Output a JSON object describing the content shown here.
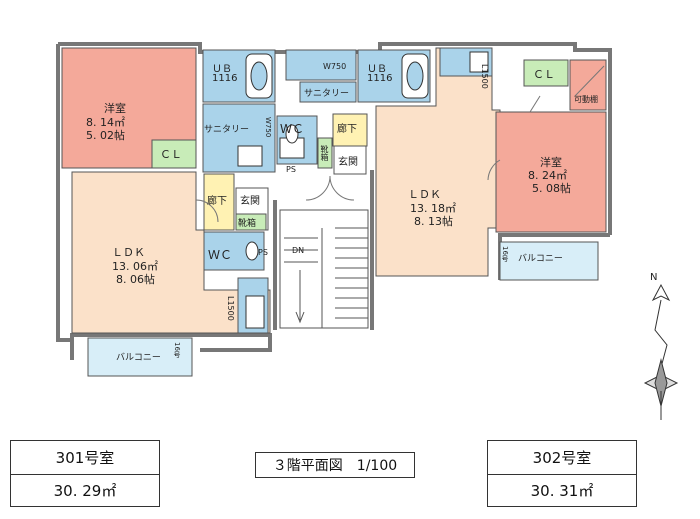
{
  "plan": {
    "title": "３階平面図　1/100",
    "north": "N"
  },
  "unit301": {
    "name": "301号室",
    "area": "30. 29㎡",
    "rooms": {
      "western_name": "洋室",
      "western_m2": "8. 14㎡",
      "western_jo": "5. 02帖",
      "cl": "ＣＬ",
      "ldk_name": "ＬＤＫ",
      "ldk_m2": "13. 06㎡",
      "ldk_jo": "8. 06帖",
      "ub": "ＵＢ",
      "ub_size": "1116",
      "sanitary": "サニタリー",
      "wc": "ＷＣ",
      "hall": "廊下",
      "entrance": "玄関",
      "shoe": "靴箱",
      "kitchen": "L1500",
      "balcony": "バルコニー",
      "heater": "16号",
      "ps": "PS",
      "wm": "W750"
    }
  },
  "unit302": {
    "name": "302号室",
    "area": "30. 31㎡",
    "rooms": {
      "western_name": "洋室",
      "western_m2": "8. 24㎡",
      "western_jo": "5. 08帖",
      "cl": "ＣＬ",
      "shelf": "可動棚",
      "ldk_name": "ＬＤＫ",
      "ldk_m2": "13. 18㎡",
      "ldk_jo": "8. 13帖",
      "ub": "ＵＢ",
      "ub_size": "1116",
      "sanitary": "サニタリー",
      "wc": "ＷＣ",
      "hall": "廊下",
      "entrance": "玄関",
      "shoe": "靴箱",
      "kitchen": "L1500",
      "balcony": "バルコニー",
      "heater": "16号",
      "ps": "PS",
      "wm": "W750"
    }
  },
  "stair": {
    "dn": "DN"
  },
  "colors": {
    "western": "#f4a99a",
    "ldk": "#fbe1c9",
    "water": "#aad3ea",
    "hall": "#fff2b3",
    "green": "#c8ecb8",
    "balcony": "#d8eef8",
    "wall": "#777777"
  }
}
